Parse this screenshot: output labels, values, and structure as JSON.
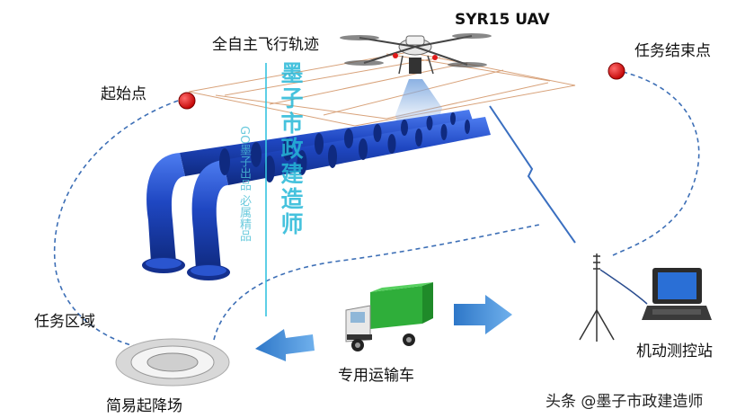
{
  "labels": {
    "uav": "SYR15 UAV",
    "trajectory": "全自主飞行轨迹",
    "start_point": "起始点",
    "end_point": "任务结束点",
    "task_area": "任务区域",
    "landing_field": "简易起降场",
    "vehicle": "专用运输车",
    "control_station": "机动测控站"
  },
  "watermark": {
    "main": "墨子市政建造师",
    "side": "GO墨子出品 必属精品"
  },
  "footer": "头条 @墨子市政建造师",
  "colors": {
    "pipe": "#1a3fb5",
    "pipe_light": "#3d6ee6",
    "marker": "#e01a1a",
    "arrow": "#4a90d9",
    "trajectory": "#d8a27a",
    "dashed_path": "#3d6fb6"
  }
}
